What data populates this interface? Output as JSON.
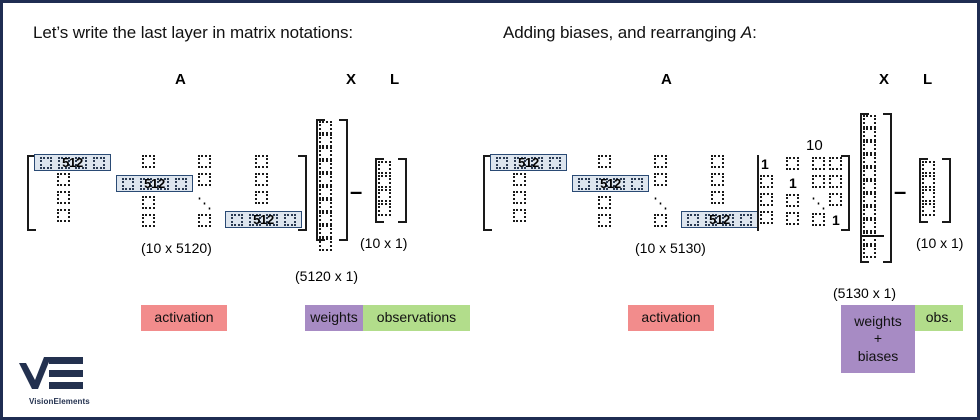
{
  "slide": {
    "border_color": "#1f2d52",
    "background": "#ffffff"
  },
  "left_panel": {
    "title": "Let’s write the last layer in matrix notations:",
    "headers": {
      "a": "A",
      "x": "X",
      "l": "L"
    },
    "matrix_a": {
      "label": "A",
      "dimension": "(10 x 5120)",
      "block_label": "512",
      "blocks": [
        "512",
        "512",
        "512"
      ],
      "diagonal_dots": "⋱"
    },
    "vector_x": {
      "label": "X",
      "dimension": "(5120 x 1)",
      "cell_count": 10
    },
    "vector_l": {
      "label": "L",
      "dimension": "(10 x 1)",
      "cell_count": 4
    },
    "operator": "–",
    "legend": [
      {
        "name": "activation",
        "label": "activation",
        "color": "#f28c8c"
      },
      {
        "name": "weights",
        "label": "weights",
        "color": "#a78bc4"
      },
      {
        "name": "observations",
        "label": "observations",
        "color": "#b2dd8b"
      }
    ]
  },
  "right_panel": {
    "title_prefix": "Adding biases, and rearranging ",
    "title_italic": "A",
    "title_suffix": ":",
    "headers": {
      "a": "A",
      "x": "X",
      "l": "L"
    },
    "matrix_a": {
      "label": "A",
      "dimension": "(10 x 5130)",
      "block_label": "512",
      "blocks": [
        "512",
        "512",
        "512"
      ],
      "diagonal_dots": "⋱"
    },
    "identity_block": {
      "size_label": "10",
      "ones": [
        "1",
        "1",
        "1"
      ],
      "diagonal_dots": "⋱"
    },
    "vector_x": {
      "label": "X",
      "dimension": "(5130 x 1)",
      "cell_count": 11
    },
    "vector_l": {
      "label": "L",
      "dimension": "(10 x 1)",
      "cell_count": 4
    },
    "operator": "–",
    "legend": [
      {
        "name": "activation",
        "label": "activation",
        "color": "#f28c8c"
      },
      {
        "name": "weights-biases",
        "label": "weights\n+\nbiases",
        "color": "#a78bc4"
      },
      {
        "name": "observations",
        "label": "obs.",
        "color": "#b2dd8b"
      }
    ]
  },
  "logo": {
    "name": "VisionElements",
    "color": "#23314f"
  }
}
